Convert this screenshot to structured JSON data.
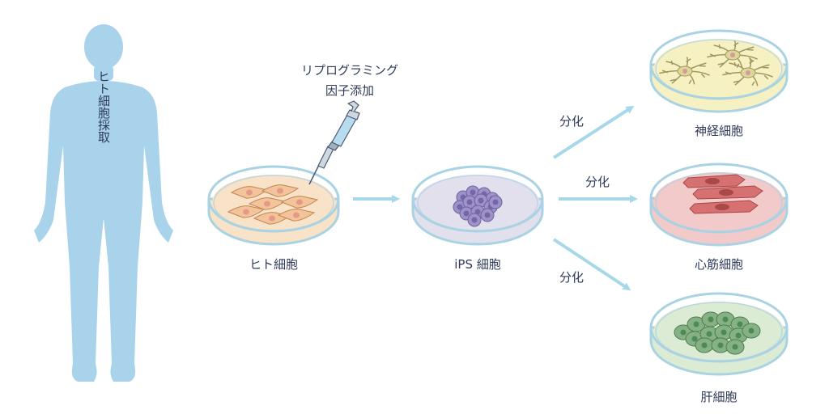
{
  "title_human": "ヒト細胞採取",
  "reprogramming": {
    "line1": "リプログラミング",
    "line2": "因子添加"
  },
  "dishes": {
    "human_cells": "ヒト細胞",
    "ips_cells": "iPS 細胞",
    "neurons": "神経細胞",
    "cardiomyocytes": "心筋細胞",
    "hepatocytes": "肝細胞"
  },
  "differentiation": {
    "top": "分化",
    "middle": "分化",
    "bottom": "分化"
  },
  "colors": {
    "human": "#a9d3ea",
    "arrow": "#a6d8ea",
    "text": "#2f3a5a",
    "dish_rim": "#a9d2e3",
    "human_dish": "#f8e2c8",
    "ips_dish": "#e3e0ee",
    "neuron_dish": "#f6f1c2",
    "cardio_dish": "#f3caca",
    "hepato_dish": "#dcebd3"
  }
}
